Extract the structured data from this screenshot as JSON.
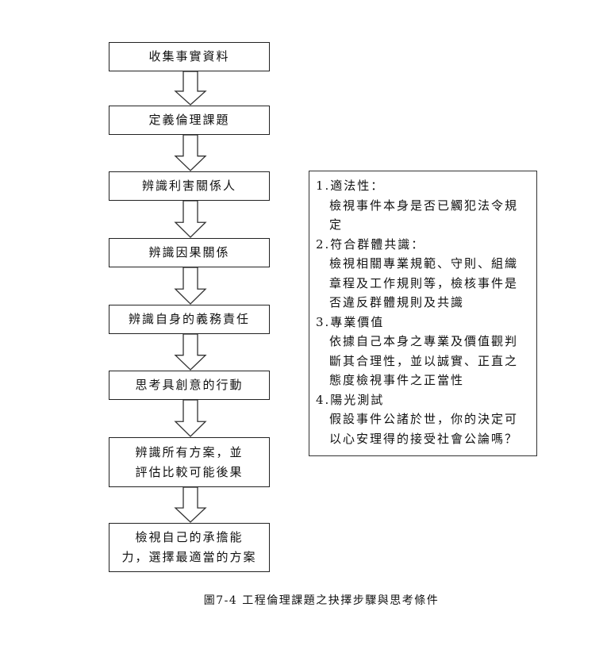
{
  "steps": [
    "收集事實資料",
    "定義倫理課題",
    "辨識利害關係人",
    "辨識因果關係",
    "辨識自身的義務責任",
    "思考具創意的行動",
    "辨識所有方案，並評估比較可能後果",
    "檢視自己的承擔能力，選擇最適當的方案"
  ],
  "steps_lines": {
    "s7": [
      "辨識所有方案，並",
      "評估比較可能後果"
    ],
    "s8": [
      "檢視自己的承擔能",
      "力，選擇最適當的方案"
    ]
  },
  "conditions": [
    {
      "title": "1.適法性：",
      "lines": [
        "檢視事件本身是否已觸犯法令規",
        "定"
      ]
    },
    {
      "title": "2.符合群體共識：",
      "lines": [
        "檢視相關專業規範、守則、組織",
        "章程及工作規則等，檢核事件是",
        "否違反群體規則及共識"
      ]
    },
    {
      "title": "3.專業價值",
      "lines": [
        "依據自己本身之專業及價值觀判",
        "斷其合理性，並以誠實、正直之",
        "態度檢視事件之正當性"
      ]
    },
    {
      "title": "4.陽光測試",
      "lines": [
        "假設事件公諸於世，你的決定可",
        "以心安理得的接受社會公論嗎？"
      ]
    }
  ],
  "caption": "圖7-4  工程倫理課題之抉擇步驟與思考條件"
}
